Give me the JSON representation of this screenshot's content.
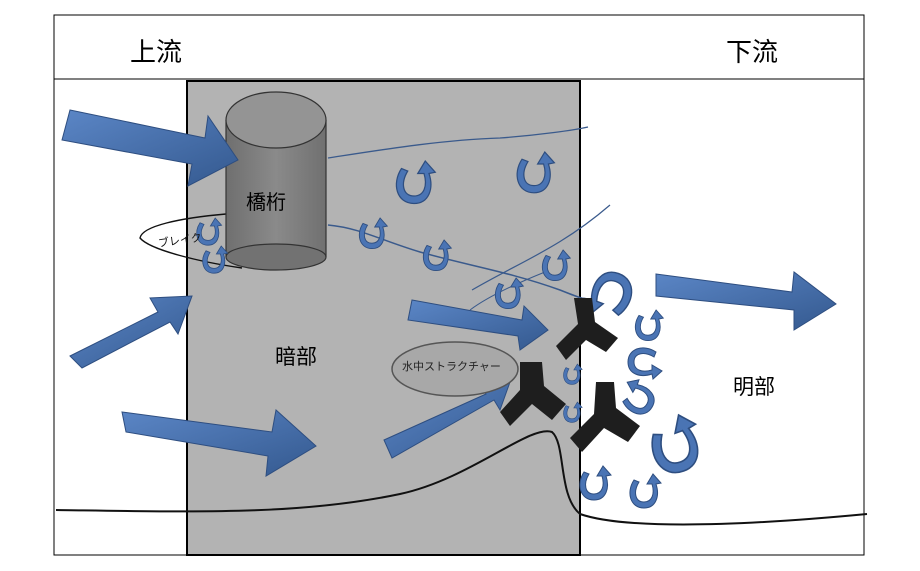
{
  "labels": {
    "upstream": "上流",
    "downstream": "下流",
    "pier": "橋桁",
    "dark_zone": "暗部",
    "bright_zone": "明部",
    "underwater_structure": "水中ストラクチャー",
    "wake": "ブレイク"
  },
  "icons": {
    "flow_arrow": "flow-arrow-icon",
    "eddy": "eddy-curl-icon",
    "structure_block": "y-shaped-block-icon"
  },
  "colors": {
    "flow_arrow": "#4a74b4",
    "flow_arrow_dark": "#3c639e",
    "shadow_zone": "#b3b3b3",
    "pier": "#808080",
    "block": "#1e1e1e",
    "current_line": "#3a5a8c"
  }
}
